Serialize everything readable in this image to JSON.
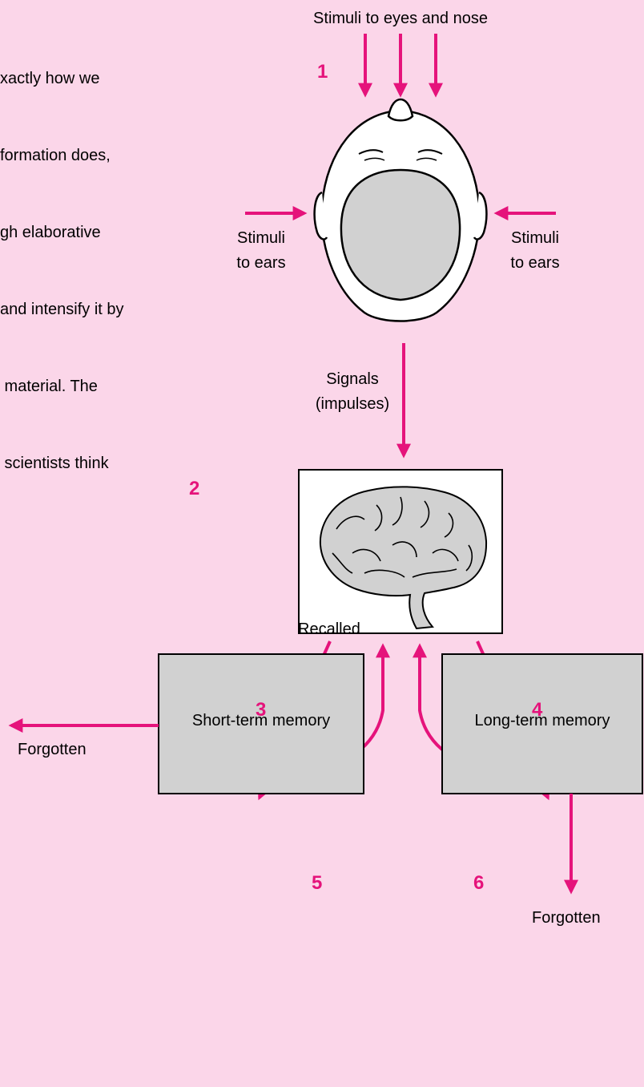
{
  "intro_lines": [
    "xactly how we",
    "formation does,",
    "gh elaborative",
    "and intensify it by",
    " material. The",
    " scientists think"
  ],
  "labels": {
    "stimuli_eyes_nose": "Stimuli to eyes and nose",
    "stimuli_ears_left": [
      "Stimuli",
      "to ears"
    ],
    "stimuli_ears_right": [
      "Stimuli",
      "to ears"
    ],
    "signals": [
      "Signals",
      "(impulses)"
    ],
    "recalled": "Recalled",
    "forgotten_left": "Forgotten",
    "forgotten_right": "Forgotten"
  },
  "boxes": {
    "short_term": "Short-term memory",
    "long_term": "Long-term memory"
  },
  "step_numbers": [
    "1",
    "2",
    "3",
    "4",
    "5",
    "6"
  ],
  "colors": {
    "background": "#FBD6E9",
    "arrow": "#E5137B",
    "box_fill": "#D1D1D1"
  },
  "icons": [
    "head-top-view-icon",
    "brain-icon"
  ]
}
